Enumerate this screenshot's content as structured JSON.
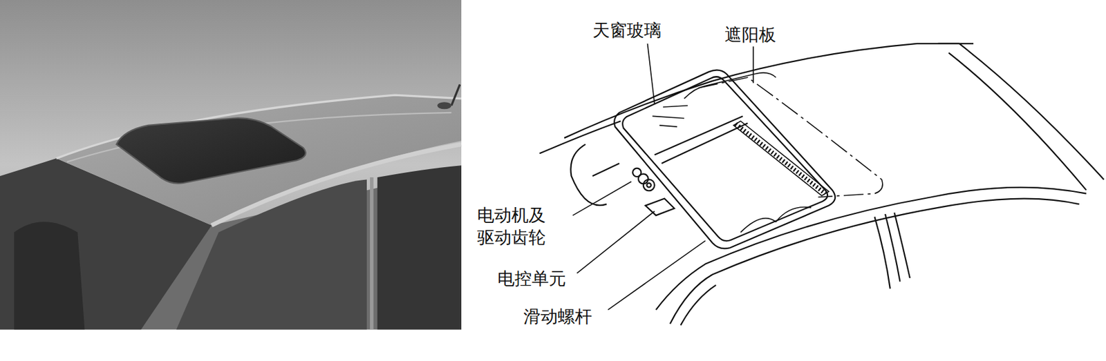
{
  "diagram": {
    "labels": [
      "天窗玻璃",
      "遮阳板",
      "电动机及驱动齿轮",
      "电控单元",
      "滑动螺杆"
    ]
  }
}
